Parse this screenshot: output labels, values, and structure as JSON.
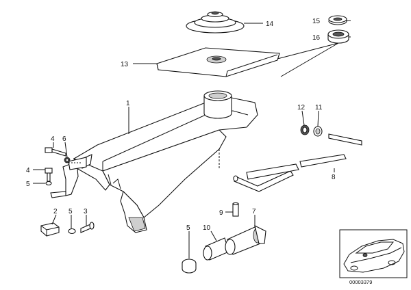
{
  "labels": {
    "p1": "1",
    "p2": "2",
    "p3": "3",
    "p4a": "4",
    "p4b": "4",
    "p5a": "5",
    "p5b": "5",
    "p5c": "5",
    "p6": "6",
    "p7": "7",
    "p8": "8",
    "p9": "9",
    "p10": "10",
    "p11": "11",
    "p12": "12",
    "p13": "13",
    "p14": "14",
    "p15": "15",
    "p16": "16"
  },
  "thumbnail": {
    "code": "00003379"
  }
}
